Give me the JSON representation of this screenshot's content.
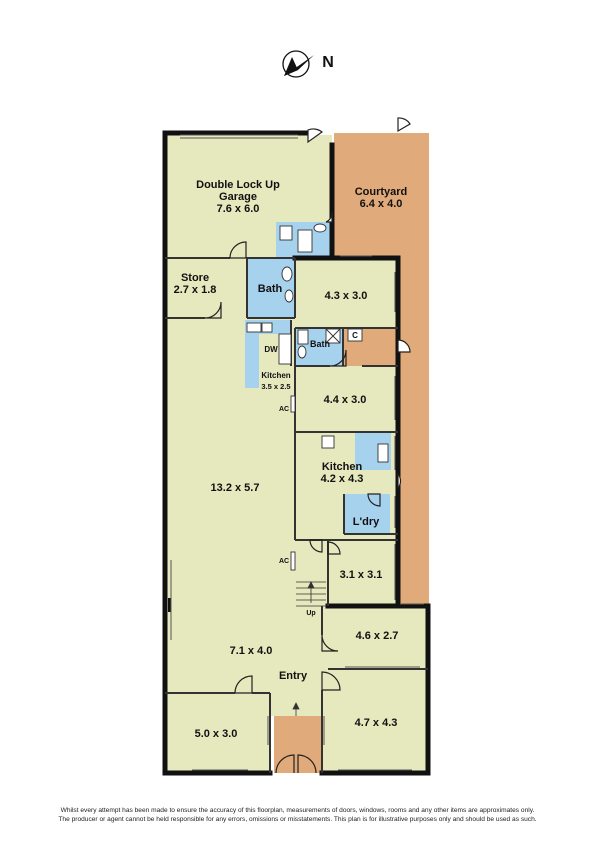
{
  "compass": {
    "label": "N"
  },
  "colors": {
    "room": "#e6e8be",
    "wet": "#a7d2ee",
    "outdoor": "#e0aa7a",
    "wall": "#111111",
    "thin_wall": "#333333"
  },
  "rooms": {
    "garage": {
      "name_line1": "Double Lock Up",
      "name_line2": "Garage",
      "dims": "7.6 x 6.0"
    },
    "courtyard": {
      "name": "Courtyard",
      "dims": "6.4 x 4.0"
    },
    "store": {
      "name": "Store",
      "dims": "2.7 x 1.8"
    },
    "bath1": {
      "name": "Bath"
    },
    "bed_a": {
      "dims": "4.3 x 3.0"
    },
    "kitchen2": {
      "name": "Kitchen",
      "dims": "3.5 x 2.5"
    },
    "bath2": {
      "name": "Bath"
    },
    "bed_b": {
      "dims": "4.4 x 3.0"
    },
    "main": {
      "dims": "13.2 x 5.7"
    },
    "kitchen": {
      "name": "Kitchen",
      "dims": "4.2 x 4.3"
    },
    "laundry": {
      "name": "L'dry"
    },
    "bed_c": {
      "dims": "3.1 x 3.1"
    },
    "living": {
      "dims": "7.1 x 4.0"
    },
    "entry": {
      "name": "Entry"
    },
    "bed_d": {
      "dims": "4.6 x 2.7"
    },
    "bed_e": {
      "dims": "5.0 x 3.0"
    },
    "bed_f": {
      "dims": "4.7 x 4.3"
    }
  },
  "fixtures": {
    "dw": "DW",
    "ac1": "AC",
    "ac2": "AC",
    "cupboard": "C",
    "stairs": "Up"
  },
  "disclaimer": {
    "line1": "Whilst every attempt has been made to ensure the accuracy of this floorplan, measurements of doors, windows, rooms and any other items are approximates only.",
    "line2": "The producer or agent cannot be held responsible for any errors, omissions or misstatements. This plan is for illustrative purposes only and should be used as such."
  }
}
